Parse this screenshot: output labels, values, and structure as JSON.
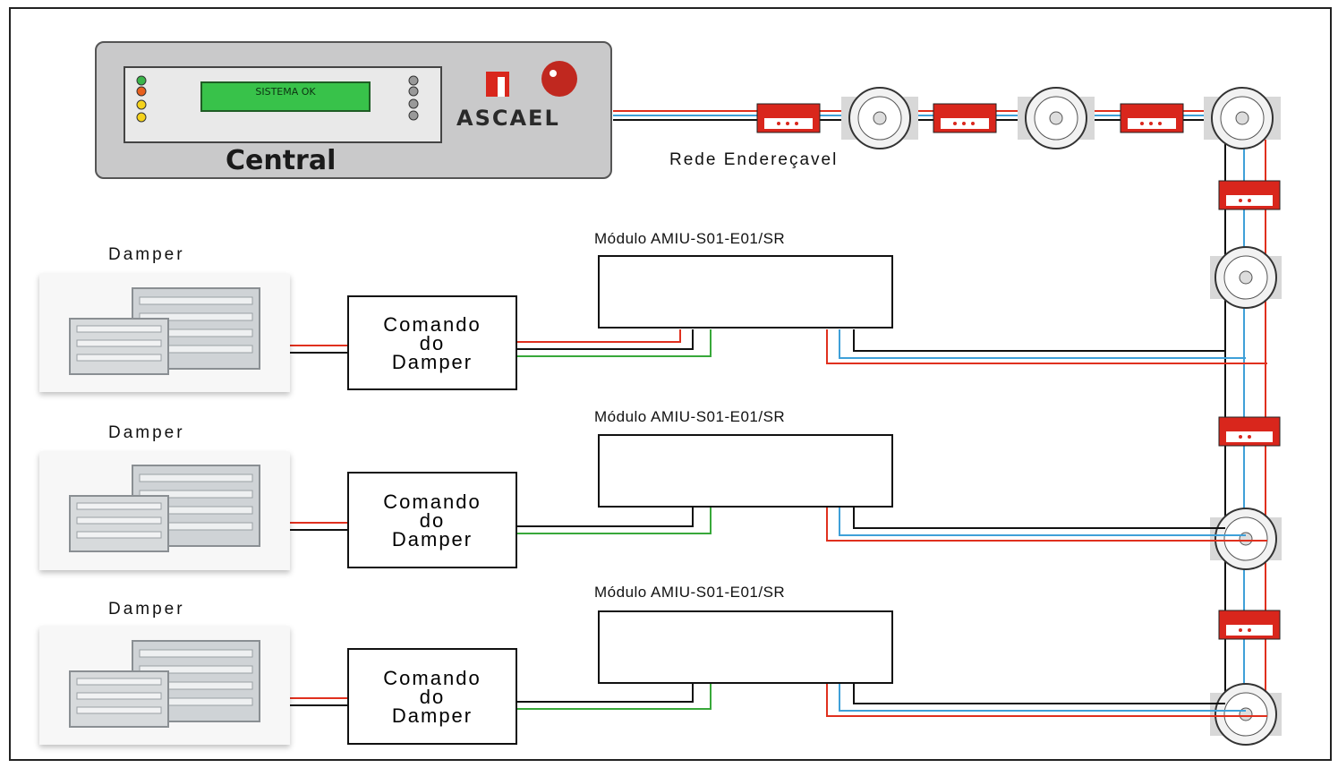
{
  "central": {
    "display_text": "SISTEMA OK",
    "brand": "ASCAEL",
    "title": "Central"
  },
  "network": {
    "label": "Rede Endereçavel"
  },
  "rows": [
    {
      "damper_label": "Damper",
      "command_line1": "Comando",
      "command_line2": "do",
      "command_line3": "Damper",
      "module_label": "Módulo AMIU-S01-E01/SR"
    },
    {
      "damper_label": "Damper",
      "command_line1": "Comando",
      "command_line2": "do",
      "command_line3": "Damper",
      "module_label": "Módulo AMIU-S01-E01/SR"
    },
    {
      "damper_label": "Damper",
      "command_line1": "Comando",
      "command_line2": "do",
      "command_line3": "Damper",
      "module_label": "Módulo AMIU-S01-E01/SR"
    }
  ],
  "colors": {
    "wire_red": "#e0301e",
    "wire_blue": "#3fa0d8",
    "wire_green": "#38a83a",
    "wire_black": "#111111",
    "module_red": "#d9261c",
    "lcd_green": "#38c24a"
  }
}
